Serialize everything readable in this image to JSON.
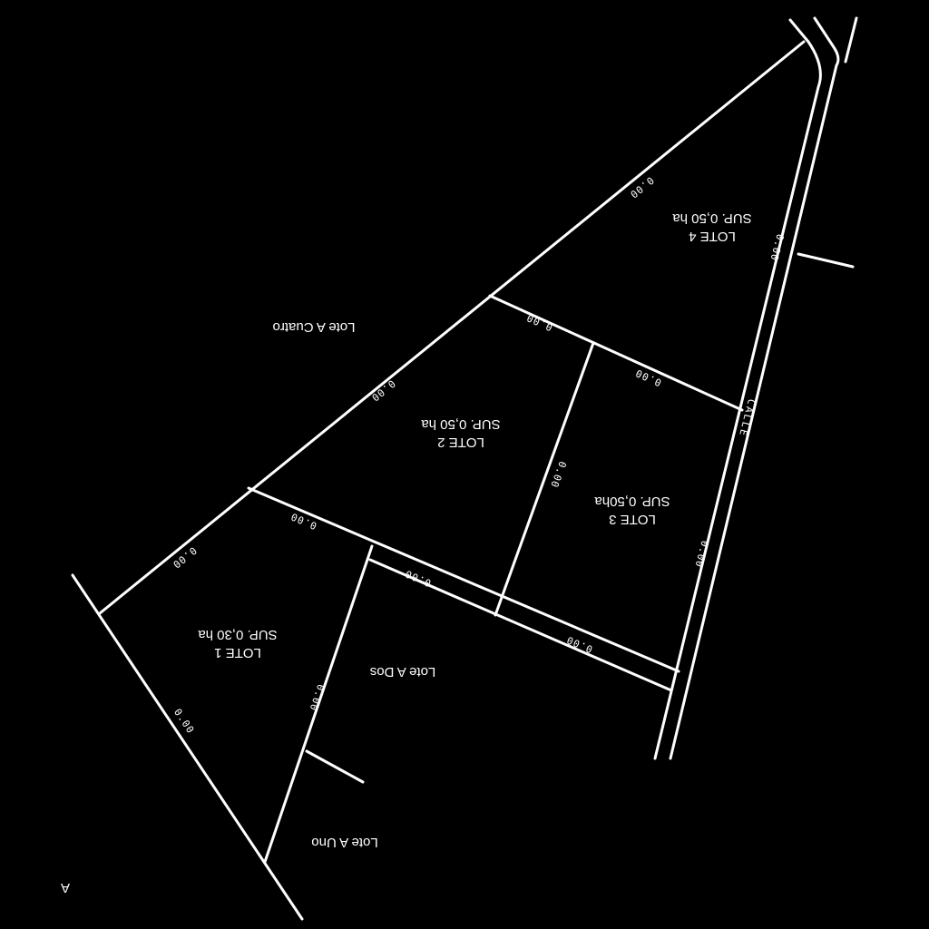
{
  "lots": {
    "lote4": {
      "name": "LOTE 4",
      "area": "SUP. 0,50 ha"
    },
    "lote2": {
      "name": "LOTE 2",
      "area": "SUP. 0,50 ha"
    },
    "lote3": {
      "name": "LOTE 3",
      "area": "SUP. 0,50ha"
    },
    "lote1": {
      "name": "LOTE 1",
      "area": "SUP. 0,30 ha"
    }
  },
  "neighbors": {
    "cuatro": "Lote A Cuatro",
    "dos": "Lote A Dos",
    "uno": "Lote A Uno"
  },
  "street": "CALLE",
  "north_symbol": "A",
  "dimensions": {
    "d1": "0.00",
    "d2": "0.00",
    "d3": "0.00",
    "d4": "0.00",
    "d5": "0.00",
    "d6": "0.00",
    "d7": "0.00",
    "d8": "0.00",
    "d9": "0.00",
    "d10": "0.00",
    "d11": "0.00",
    "d12": "0.00",
    "d13": "0.00"
  }
}
